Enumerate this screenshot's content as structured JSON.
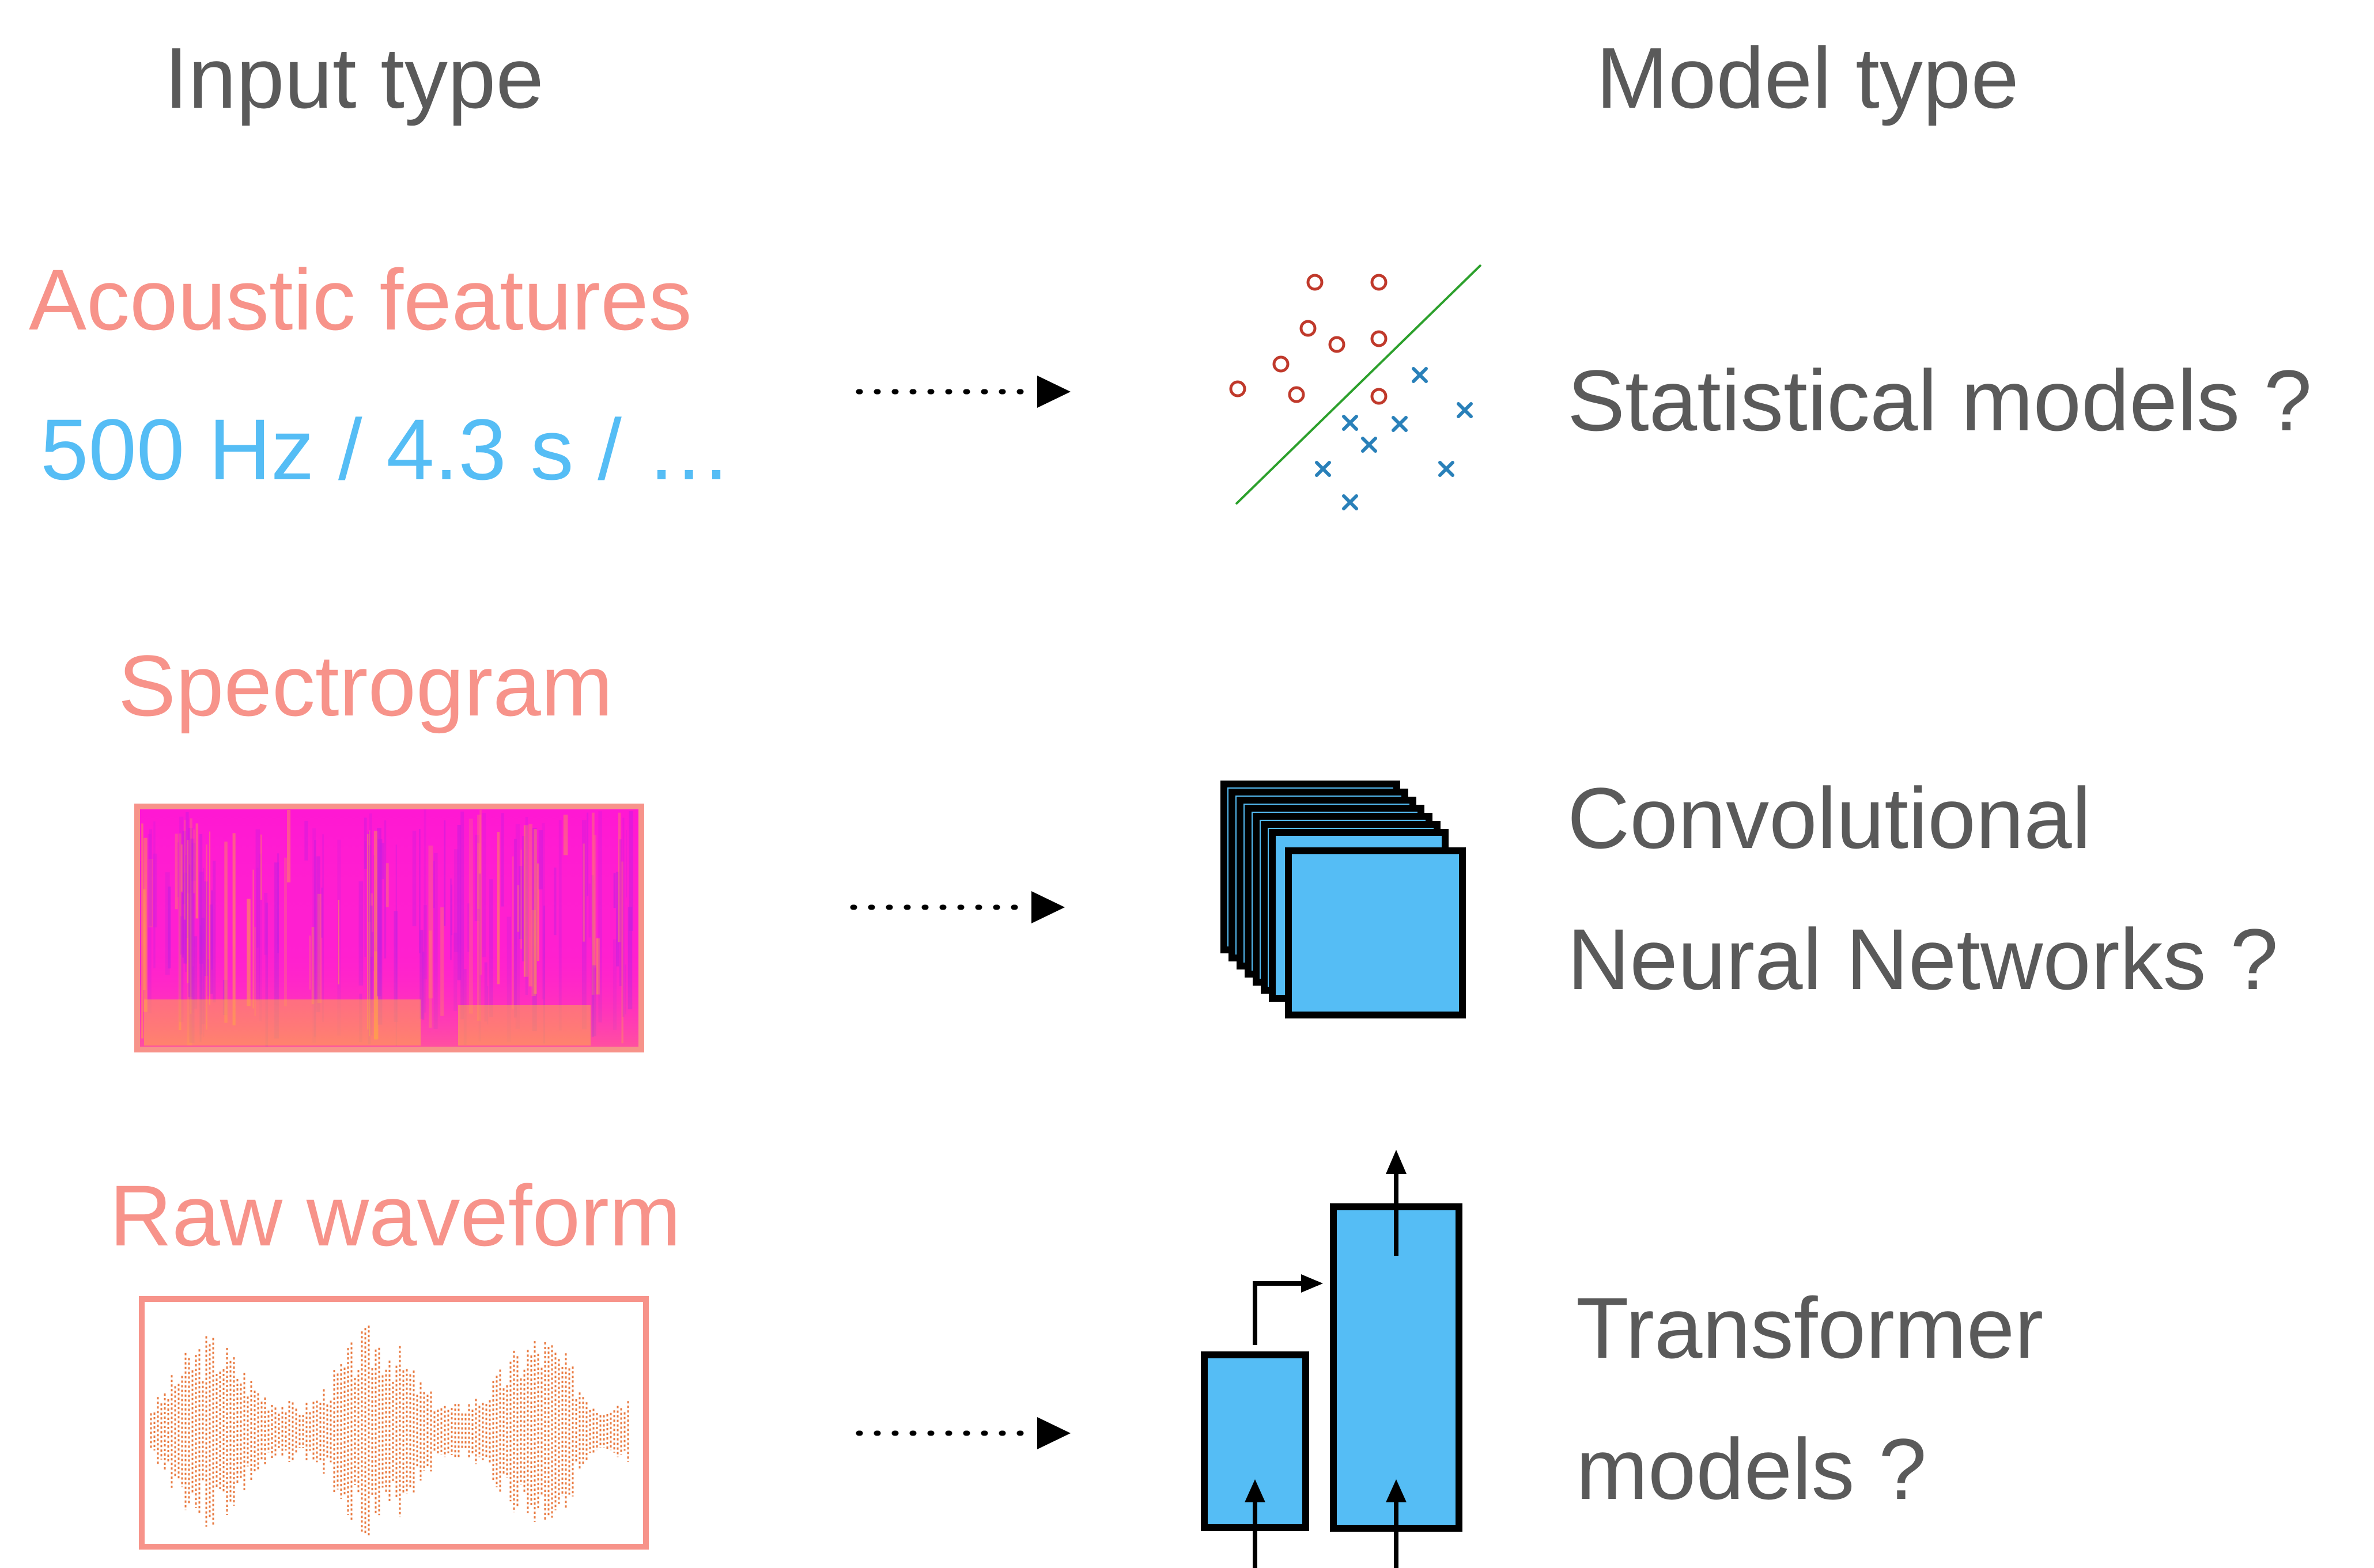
{
  "headers": {
    "input": "Input type",
    "model": "Model type"
  },
  "inputs": {
    "acoustic": {
      "label": "Acoustic features",
      "example": "500 Hz / 4.3 s / …"
    },
    "spectrogram": {
      "label": "Spectrogram"
    },
    "waveform": {
      "label": "Raw waveform"
    }
  },
  "models": {
    "statistical": {
      "label": "Statistical models ?"
    },
    "cnn": {
      "line1": "Convolutional",
      "line2": "Neural Networks ?"
    },
    "transformer": {
      "line1": "Transformer",
      "line2": "models ?"
    }
  },
  "colors": {
    "input_label": "#f7938a",
    "example": "#55bdf5",
    "model_label": "#5a5a5a",
    "accent_blue": "#55bdf5",
    "class_circle": "#c0392b",
    "class_cross": "#2980b9",
    "boundary": "#2ca02c",
    "spectrogram_base": "#ff22cc",
    "spectrogram_hot": "#ffb040",
    "waveform": "#e87a40"
  },
  "icons": {
    "arrow": "dotted-arrow-icon",
    "statistical": "scatter-classifier-icon",
    "cnn": "stacked-feature-maps-icon",
    "transformer": "residual-block-icon"
  }
}
